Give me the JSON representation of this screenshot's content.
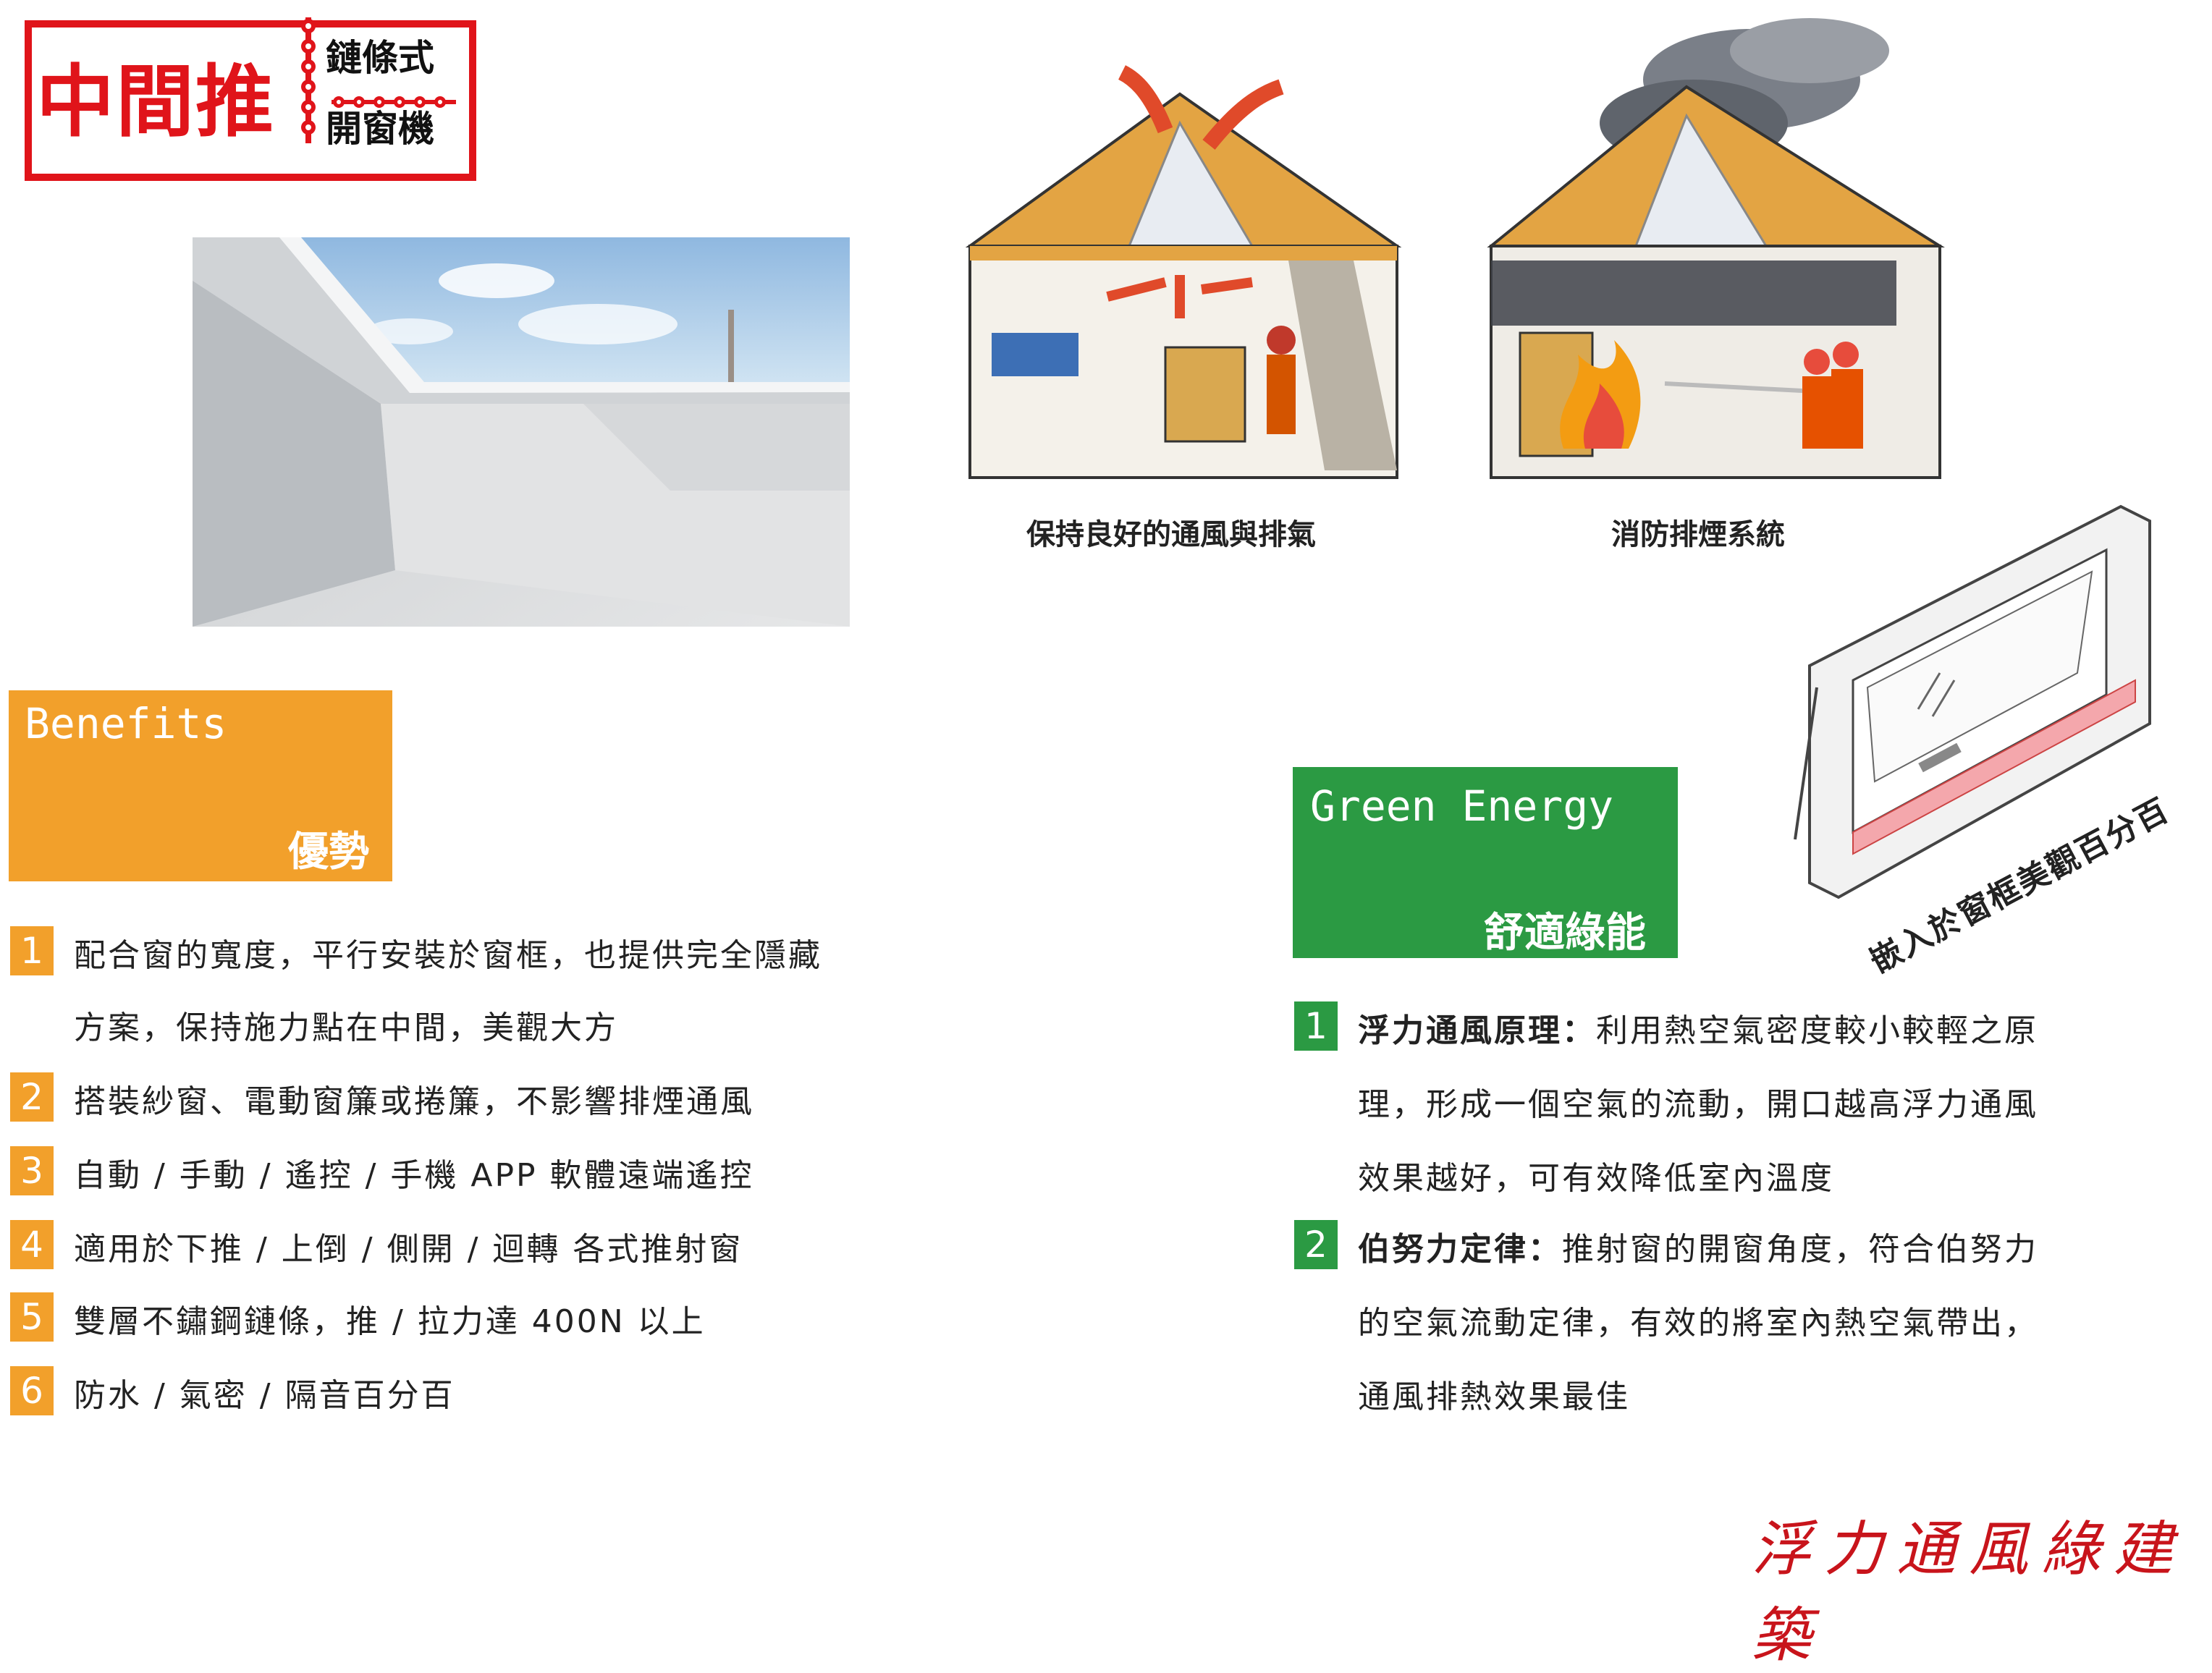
{
  "logo": {
    "main": "中間推",
    "top": "鏈條式",
    "bottom": "開窗機",
    "color": "#e0141a"
  },
  "captions": {
    "ventilation": "保持良好的通風與排氣",
    "fire": "消防排煙系統",
    "window": "嵌入於窗框美觀百分百"
  },
  "benefits": {
    "title_en": "Benefits",
    "title_zh": "優勢",
    "color": "#f2a02b",
    "items": [
      {
        "num": "1",
        "lines": [
          "配合窗的寬度，平行安裝於窗框，也提供完全隱藏",
          "方案，保持施力點在中間，美觀大方"
        ]
      },
      {
        "num": "2",
        "lines": [
          "搭裝紗窗、電動窗簾或捲簾，不影響排煙通風"
        ]
      },
      {
        "num": "3",
        "lines": [
          "自動 / 手動 / 遙控 / 手機 APP 軟體遠端遙控"
        ]
      },
      {
        "num": "4",
        "lines": [
          "適用於下推 / 上倒 / 側開 / 迴轉 各式推射窗"
        ]
      },
      {
        "num": "5",
        "lines": [
          "雙層不鏽鋼鏈條，推 / 拉力達 400N 以上"
        ]
      },
      {
        "num": "6",
        "lines": [
          "防水 / 氣密 / 隔音百分百"
        ]
      }
    ]
  },
  "green": {
    "title_en": "Green Energy",
    "title_zh": "舒適綠能",
    "color": "#2b9a43",
    "items": [
      {
        "num": "1",
        "bold": "浮力通風原理：",
        "lines": [
          "利用熱空氣密度較小較輕之原",
          "理，形成一個空氣的流動，開口越高浮力通風",
          "效果越好，可有效降低室內溫度"
        ]
      },
      {
        "num": "2",
        "bold": "伯努力定律：",
        "lines": [
          "推射窗的開窗角度，符合伯努力",
          "的空氣流動定律，有效的將室內熱空氣帶出，",
          "通風排熱效果最佳"
        ]
      }
    ]
  },
  "footer": "浮力通風綠建築"
}
